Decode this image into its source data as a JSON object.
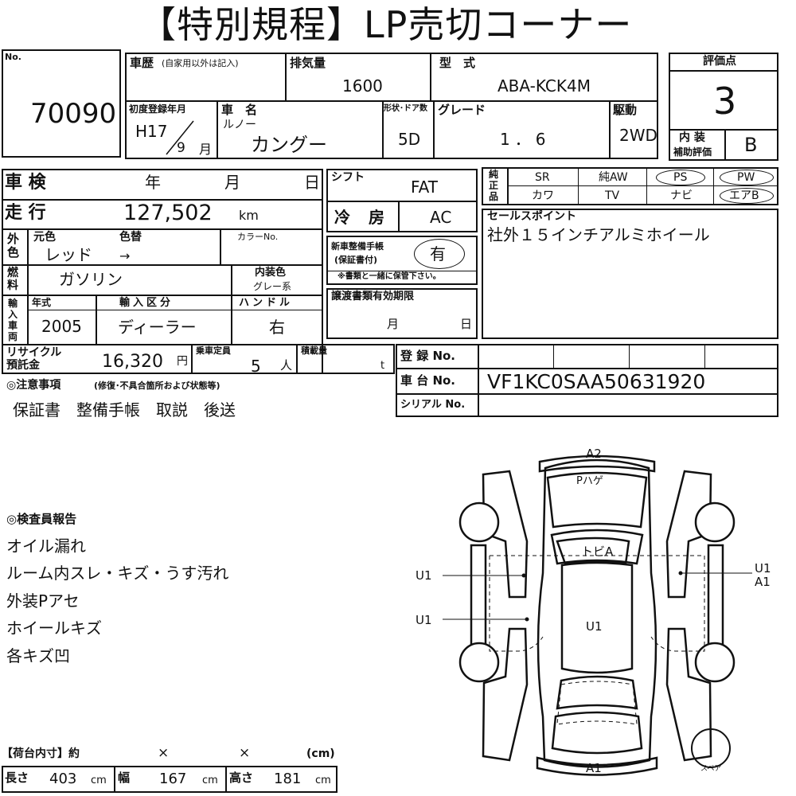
{
  "title": "【特別規程】LP売切コーナー",
  "header": {
    "no_label": "No.",
    "no_value": "70090",
    "history_label": "車歴",
    "history_note": "(自家用以外は記入)",
    "displacement_label": "排気量",
    "displacement_value": "1600",
    "model_label": "型　式",
    "model_value": "ABA-KCK4M",
    "first_reg_label": "初度登録年月",
    "first_reg_year": "H17",
    "first_reg_month": "9",
    "first_reg_month_unit": "月",
    "car_name_label": "車　名",
    "maker": "ルノー",
    "car_name": "カングー",
    "doors_label": "形状･ドア数",
    "doors_value": "5D",
    "grade_label": "グレード",
    "grade_value": "1．6",
    "drive_label": "駆動",
    "drive_value": "2WD",
    "score_label": "評価点",
    "score_value": "3",
    "interior_label_1": "内 装",
    "interior_label_2": "補助評価",
    "interior_value": "B"
  },
  "specs": {
    "inspection_label": "車 検",
    "year_unit": "年",
    "month_unit": "月",
    "day_unit": "日",
    "mileage_label": "走 行",
    "mileage_value": "127,502",
    "mileage_unit": "km",
    "exterior_label": "外色",
    "original_color_label": "元色",
    "repaint_label": "色替",
    "color_no_label": "カラーNo.",
    "original_color": "レッド",
    "repaint_arrow": "→",
    "fuel_label": "燃料",
    "fuel_value": "ガソリン",
    "interior_color_label": "内装色",
    "interior_color_value": "グレー系",
    "import_label": "輸入車両",
    "model_year_label": "年式",
    "model_year_value": "2005",
    "import_type_label": "輸入区分",
    "import_type_value": "ディーラー",
    "handle_label": "ハンドル",
    "handle_value": "右",
    "recycle_label_1": "リサイクル",
    "recycle_label_2": "預託金",
    "recycle_value": "16,320",
    "recycle_unit": "円",
    "capacity_label": "乗車定員",
    "capacity_value": "5",
    "capacity_unit": "人",
    "load_label": "積載量",
    "load_unit": "t"
  },
  "middle": {
    "shift_label": "シフト",
    "shift_value": "FAT",
    "ac_label": "冷 房",
    "ac_value": "AC",
    "manual_label_1": "新車整備手帳",
    "manual_label_2": "(保証書付)",
    "manual_value": "有",
    "manual_note": "※書類と一緒に保管下さい。",
    "transfer_label": "譲渡書類有効期限",
    "transfer_month": "月",
    "transfer_day": "日"
  },
  "equipment": {
    "label": "純正品",
    "row1": [
      "SR",
      "純AW",
      "PS",
      "PW"
    ],
    "row2": [
      "カワ",
      "TV",
      "ナビ",
      "エアB"
    ],
    "circled": [
      "PS",
      "PW",
      "エアB"
    ]
  },
  "sales": {
    "label": "セールスポイント",
    "text": "社外１５インチアルミホイール"
  },
  "registration": {
    "reg_label": "登 録 No.",
    "chassis_label": "車 台 No.",
    "chassis_value": "VF1KC0SAA50631920",
    "serial_label": "シリアル No."
  },
  "notes": {
    "label": "◎注意事項",
    "sub": "(修復･不具合箇所および状態等)",
    "text": "保証書　整備手帳　取説　後送"
  },
  "inspector": {
    "label": "◎検査員報告",
    "lines": [
      "オイル漏れ",
      "ルーム内スレ・キズ・うす汚れ",
      "外装Pアセ",
      "ホイールキズ",
      "各キズ凹"
    ]
  },
  "cargo": {
    "label": "【荷台内寸】約",
    "times1": "×",
    "times2": "×",
    "unit": "(cm)",
    "length_label": "長さ",
    "length_value": "403",
    "width_label": "幅",
    "width_value": "167",
    "height_label": "高さ",
    "height_value": "181",
    "cm": "cm"
  },
  "diagram": {
    "top": "A2",
    "top_inner": "Pハゲ",
    "roof": "トビA",
    "left1": "U1",
    "left2": "U1",
    "center": "U1",
    "right1": "U1",
    "right2": "A1",
    "bottom": "A1",
    "spare": "スペア"
  }
}
